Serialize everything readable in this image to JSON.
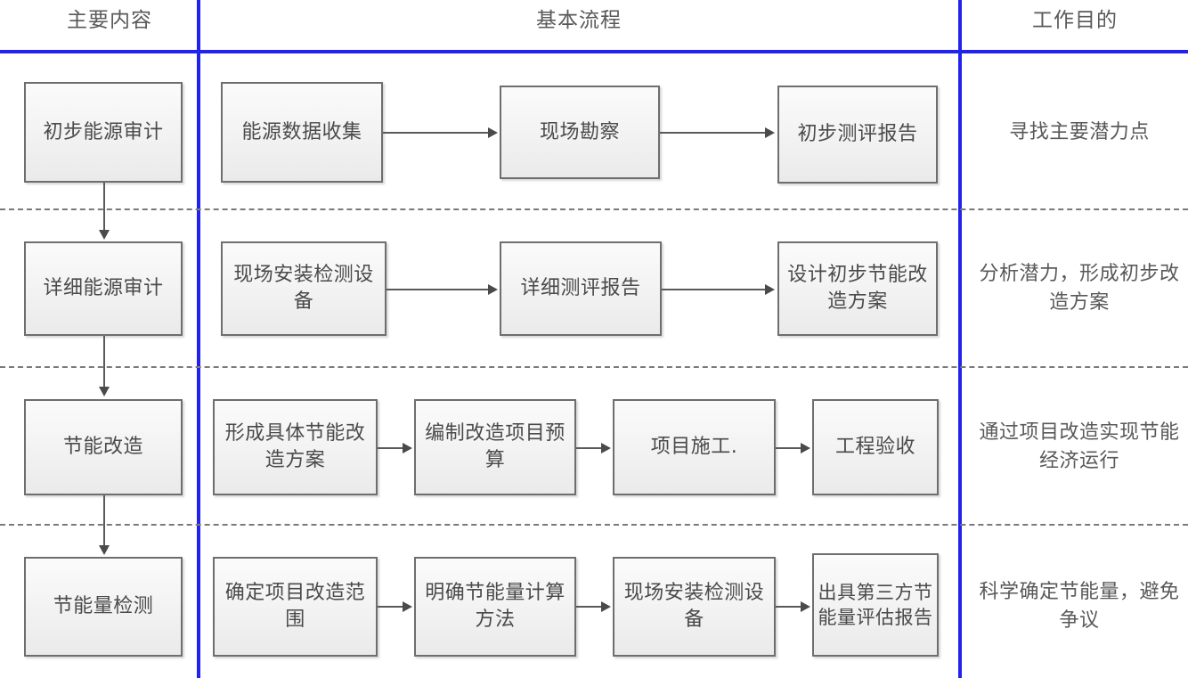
{
  "headers": {
    "col1": "主要内容",
    "col2": "基本流程",
    "col3": "工作目的"
  },
  "colors": {
    "divider": "#2222ee",
    "box_border": "#6e6e6e",
    "text": "#4a4a4a",
    "connector": "#5a5a5a",
    "dashed_separator": "#7a7a7a"
  },
  "rows": [
    {
      "main": "初步能源审计",
      "steps": [
        "能源数据收集",
        "现场勘察",
        "初步测评报告"
      ],
      "purpose": "寻找主要潜力点"
    },
    {
      "main": "详细能源审计",
      "steps": [
        "现场安装检测设备",
        "详细测评报告",
        "设计初步节能改造方案"
      ],
      "purpose": "分析潜力，形成初步改造方案"
    },
    {
      "main": "节能改造",
      "steps": [
        "形成具体节能改造方案",
        "编制改造项目预算",
        "项目施工.",
        "工程验收"
      ],
      "purpose": "通过项目改造实现节能经济运行"
    },
    {
      "main": "节能量检测",
      "steps": [
        "确定项目改造范围",
        "明确节能量计算方法",
        "现场安装检测设备",
        "出具第三方节能量评估报告"
      ],
      "purpose": "科学确定节能量，避免争议"
    }
  ]
}
